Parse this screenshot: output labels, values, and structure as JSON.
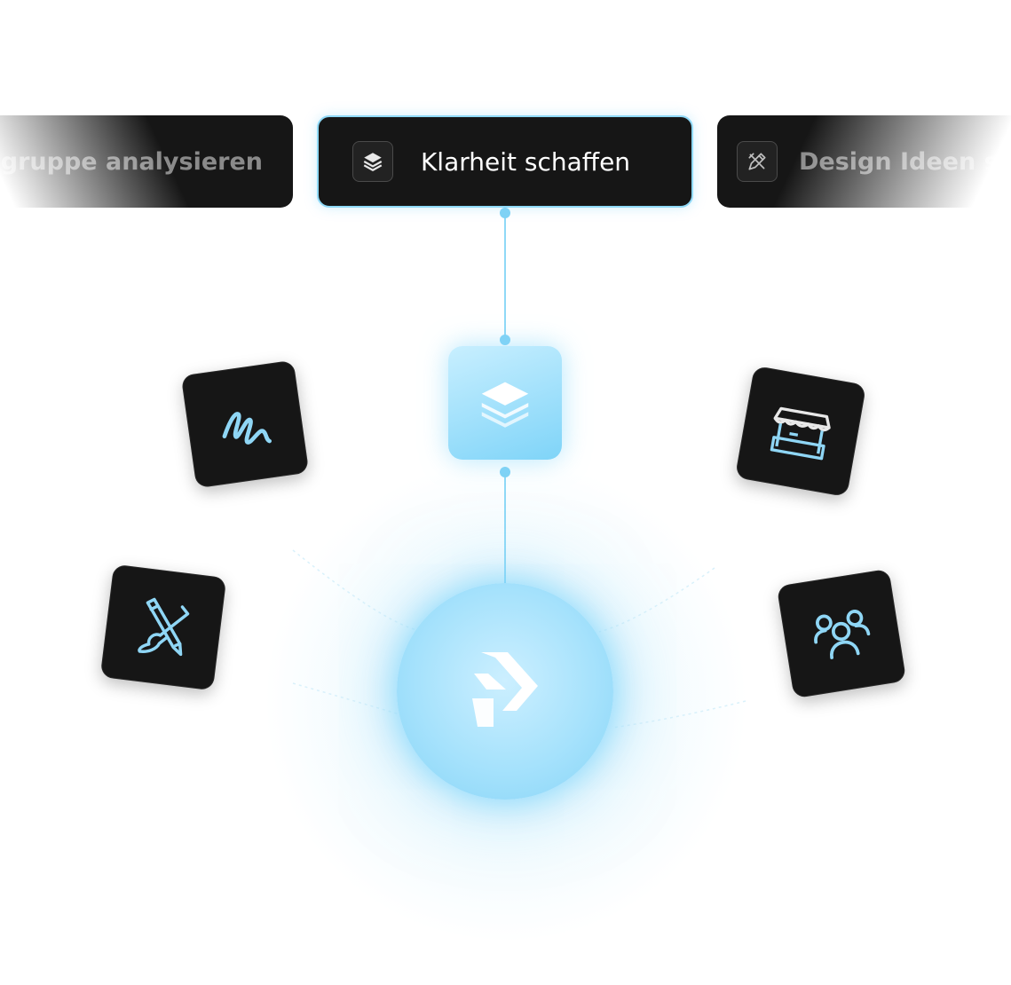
{
  "steps": {
    "left_label": "gruppe analysieren",
    "center_label": "Klarheit schaffen",
    "right_label": "Design Ideen s"
  },
  "icons": {
    "center_chip": "layers-icon",
    "right_chip": "pencil-ruler-icon",
    "center_tile": "layers-icon",
    "tile_top_left": "scribble-icon",
    "tile_bottom_left": "brush-pencil-icon",
    "tile_top_right": "market-stall-icon",
    "tile_bottom_right": "users-group-icon",
    "orb": "brand-logo-icon"
  },
  "colors": {
    "accent": "#8fd9f7",
    "card_bg": "#161616",
    "tile_bg": "#161616"
  }
}
